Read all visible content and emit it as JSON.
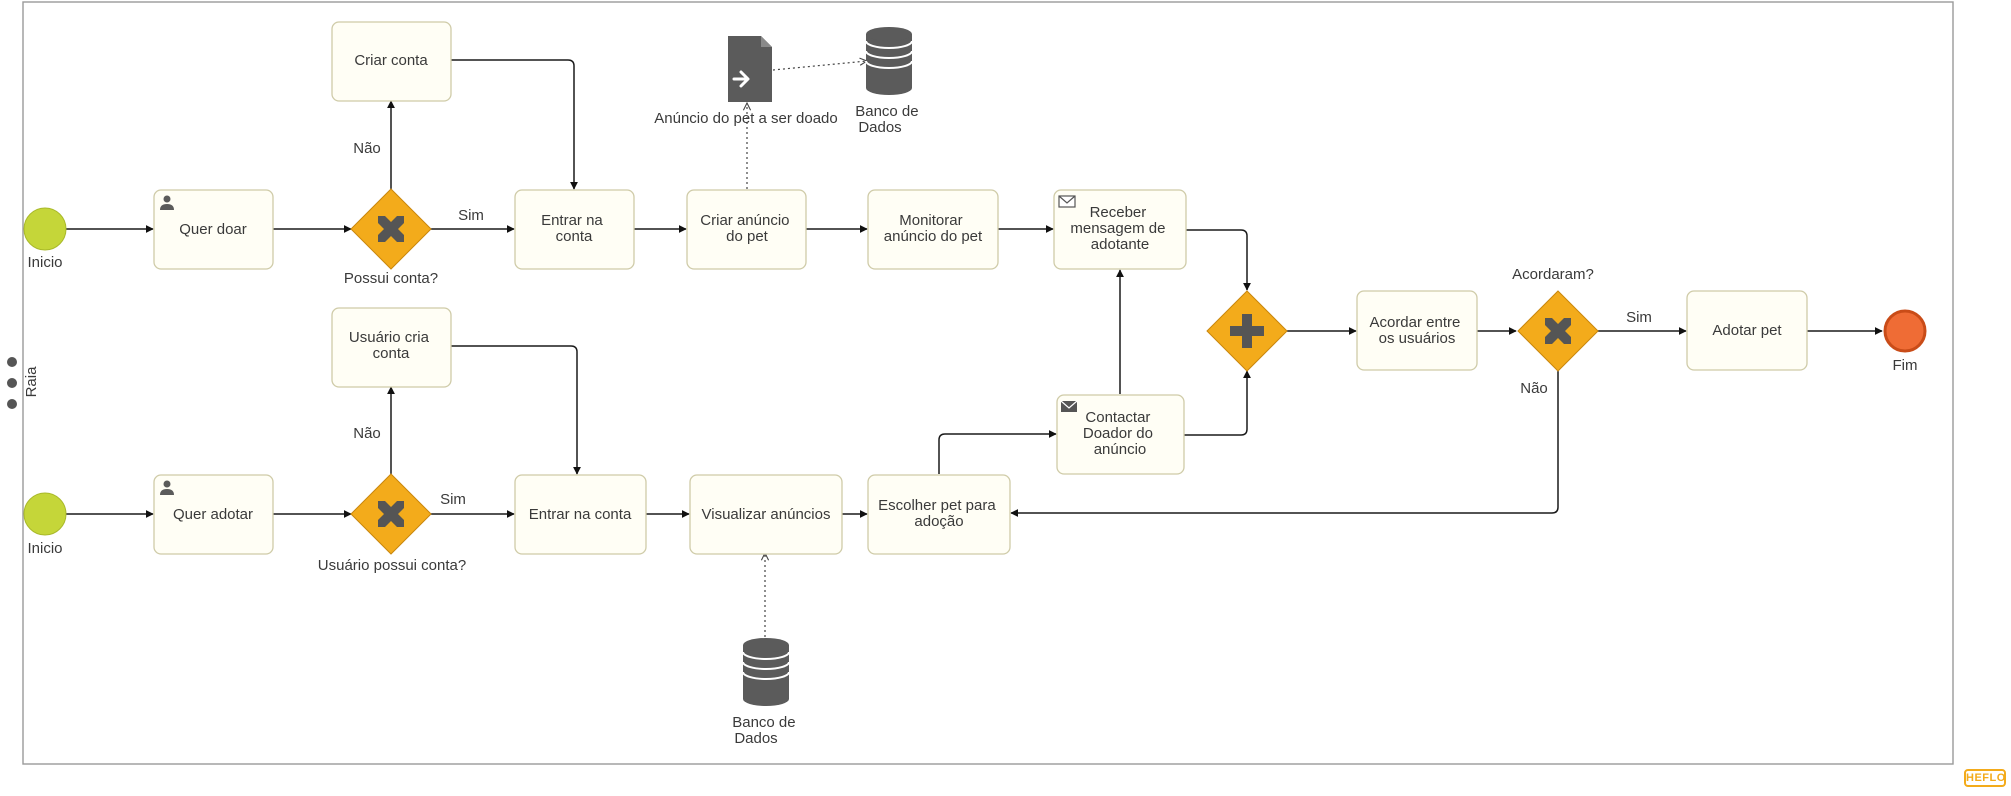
{
  "lane": {
    "label": "Raia"
  },
  "events": {
    "start_top": "Inicio",
    "start_bottom": "Inicio",
    "end": "Fim"
  },
  "tasks": {
    "quer_doar": "Quer doar",
    "criar_conta": "Criar conta",
    "entrar_conta_top": [
      "Entrar na",
      "conta"
    ],
    "criar_anuncio": [
      "Criar anúncio",
      "do pet"
    ],
    "monitorar": [
      "Monitorar",
      "anúncio do pet"
    ],
    "receber": [
      "Receber",
      "mensagem de",
      "adotante"
    ],
    "acordar": [
      "Acordar entre",
      "os usuários"
    ],
    "adotar_pet": "Adotar pet",
    "quer_adotar": "Quer adotar",
    "usuario_cria_conta": [
      "Usuário cria",
      "conta"
    ],
    "entrar_conta_bottom": "Entrar na conta",
    "visualizar": "Visualizar anúncios",
    "escolher": [
      "Escolher pet para",
      "adoção"
    ],
    "contactar": [
      "Contactar",
      "Doador do",
      "anúncio"
    ]
  },
  "gateways": {
    "possui_conta": "Possui conta?",
    "usuario_possui_conta": "Usuário possui conta?",
    "acordaram": "Acordaram?"
  },
  "flow_labels": {
    "nao_top": "Não",
    "sim_top": "Sim",
    "nao_bottom": "Não",
    "sim_bottom": "Sim",
    "sim_acordaram": "Sim",
    "nao_acordaram": "Não"
  },
  "artifacts": {
    "data_object": "Anúncio do pet a ser doado",
    "db_top": [
      "Banco de",
      "Dados"
    ],
    "db_bottom": [
      "Banco de",
      "Dados"
    ]
  },
  "brand": {
    "logo": "HEFLO",
    "accent": "#f3ab1b",
    "start_color": "#c5d639",
    "end_color": "#ef6c35"
  }
}
